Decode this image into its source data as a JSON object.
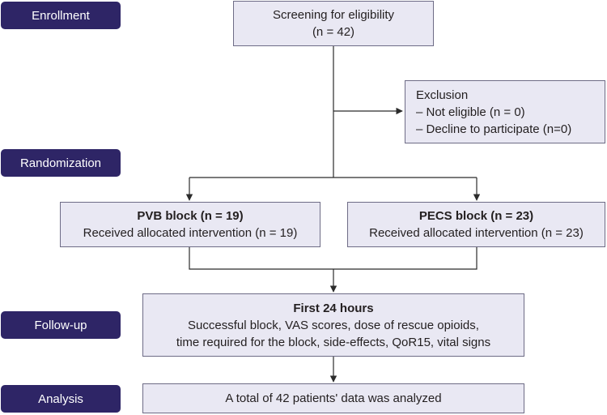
{
  "stages": {
    "enrollment": "Enrollment",
    "randomization": "Randomization",
    "follow_up": "Follow-up",
    "analysis": "Analysis"
  },
  "screening": {
    "title": "Screening for eligibility",
    "count": "(n = 42)"
  },
  "exclusion": {
    "title": "Exclusion",
    "items": [
      "– Not eligible (n = 0)",
      "– Decline to participate (n=0)"
    ]
  },
  "pvb": {
    "title": "PVB block (n = 19)",
    "detail": "Received allocated intervention (n = 19)"
  },
  "pecs": {
    "title": "PECS block (n = 23)",
    "detail": "Received allocated intervention (n = 23)"
  },
  "followup_box": {
    "title": "First 24 hours",
    "lines": [
      "Successful block, VAS scores, dose of rescue opioids,",
      "time required for the block, side-effects, QoR15, vital signs"
    ]
  },
  "analysis_box": {
    "text": "A total of 42 patients' data was analyzed"
  },
  "colors": {
    "stage_fill": "#2e2566",
    "box_fill": "#e9e8f3",
    "box_border": "#6e6c86",
    "connector": "#2b2b2b"
  }
}
